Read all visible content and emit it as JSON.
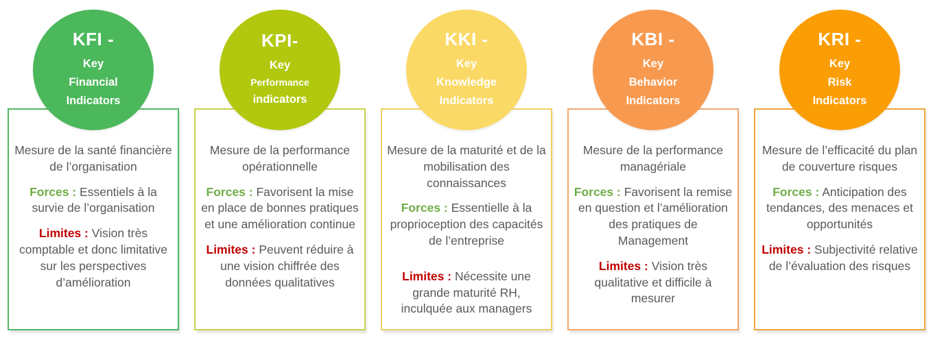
{
  "colors": {
    "forces_label": "#70ad47",
    "limites_label": "#c00000",
    "body_text": "#595959"
  },
  "cards": [
    {
      "id": "kfi",
      "acronym": "KFI -",
      "circle_lines": [
        "Key",
        "Financial",
        "Indicators"
      ],
      "circle_color": "#4cb85c",
      "border_color": "#53b562",
      "desc": "Mesure de la santé financière de l’organisation",
      "forces_label": "Forces :",
      "forces_text": " Essentiels à la survie de l’organisation",
      "limites_label": "Limites :",
      "limites_text": " Vision très comptable et donc limitative sur les perspectives d’amélioration"
    },
    {
      "id": "kpi",
      "acronym": "KPI-",
      "circle_lines": [
        "Key",
        "Performance",
        "indicators"
      ],
      "circle_color": "#b1c80e",
      "border_color": "#c8d14d",
      "desc": "Mesure de la performance opérationnelle",
      "forces_label": "Forces :",
      "forces_text": " Favorisent la mise en place de bonnes pratiques et une amélioration continue",
      "limites_label": "Limites :",
      "limites_text": " Peuvent réduire à une vision chiffrée des données qualitatives"
    },
    {
      "id": "kki",
      "acronym": "KKI -",
      "circle_lines": [
        "Key",
        "Knowledge",
        "Indicators"
      ],
      "circle_color": "#fbd966",
      "border_color": "#f0cd60",
      "desc": "Mesure de la maturité et de la mobilisation des connaissances",
      "forces_label": "Forces :",
      "forces_text": " Essentielle à la proprioception des capacités de l’entreprise",
      "limites_label": "Limites :",
      "limites_text": " Nécessite une grande maturité RH, inculquée aux managers"
    },
    {
      "id": "kbi",
      "acronym": "KBI -",
      "circle_lines": [
        "Key",
        "Behavior",
        "Indicators"
      ],
      "circle_color": "#f79a50",
      "border_color": "#f2a76e",
      "desc": "Mesure de la performance managériale",
      "forces_label": "Forces :",
      "forces_text": " Favorisent la remise en question et l’amélioration des pratiques de Management",
      "limites_label": "Limites :",
      "limites_text": " Vision très qualitative et difficile à mesurer"
    },
    {
      "id": "kri",
      "acronym": "KRI -",
      "circle_lines": [
        "Key",
        "Risk",
        "Indicators"
      ],
      "circle_color": "#fb9d04",
      "border_color": "#f0a33c",
      "desc": "Mesure de l’efficacité du plan de couverture risques",
      "forces_label": "Forces :",
      "forces_text": " Anticipation des tendances, des menaces et opportunités",
      "limites_label": "Limites :",
      "limites_text": " Subjectivité relative de l’évaluation des risques"
    }
  ]
}
